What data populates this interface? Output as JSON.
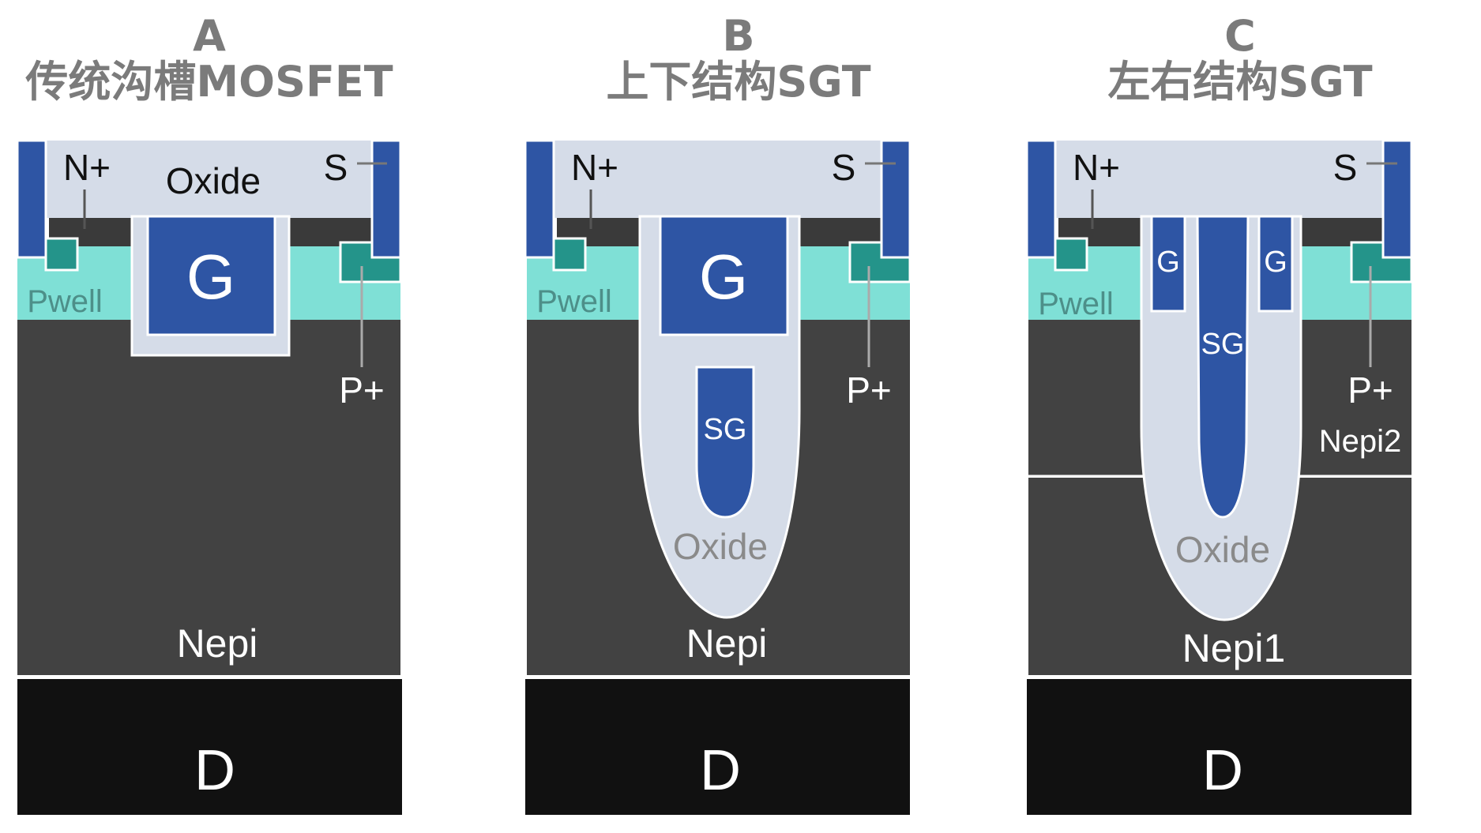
{
  "panels": [
    {
      "letter": "A",
      "subtitle": "传统沟槽MOSFET",
      "labels": {
        "nplus": "N+",
        "oxide_top": "Oxide",
        "source": "S",
        "gate": "G",
        "pwell": "Pwell",
        "pplus": "P+",
        "nepi": "Nepi",
        "drain": "D"
      }
    },
    {
      "letter": "B",
      "subtitle": "上下结构SGT",
      "labels": {
        "nplus": "N+",
        "source": "S",
        "gate": "G",
        "pwell": "Pwell",
        "pplus": "P+",
        "shield_gate": "SG",
        "oxide": "Oxide",
        "nepi": "Nepi",
        "drain": "D"
      }
    },
    {
      "letter": "C",
      "subtitle": "左右结构SGT",
      "labels": {
        "nplus": "N+",
        "source": "S",
        "gate_left": "G",
        "gate_right": "G",
        "pwell": "Pwell",
        "pplus": "P+",
        "shield_gate": "SG",
        "nepi2": "Nepi2",
        "oxide": "Oxide",
        "nepi1": "Nepi1",
        "drain": "D"
      }
    }
  ],
  "colors": {
    "oxide": "#d5dce8",
    "gate_metal": "#2e55a4",
    "source_metal": "#2e55a4",
    "nplus": "#3a3a3a",
    "pplus": "#24948a",
    "pwell": "#7fe0d6",
    "nepi": "#424242",
    "drain": "#111111",
    "title": "#7b7b7b",
    "oxide_label": "#8a8a8a",
    "pwell_label": "#4d8f89"
  }
}
